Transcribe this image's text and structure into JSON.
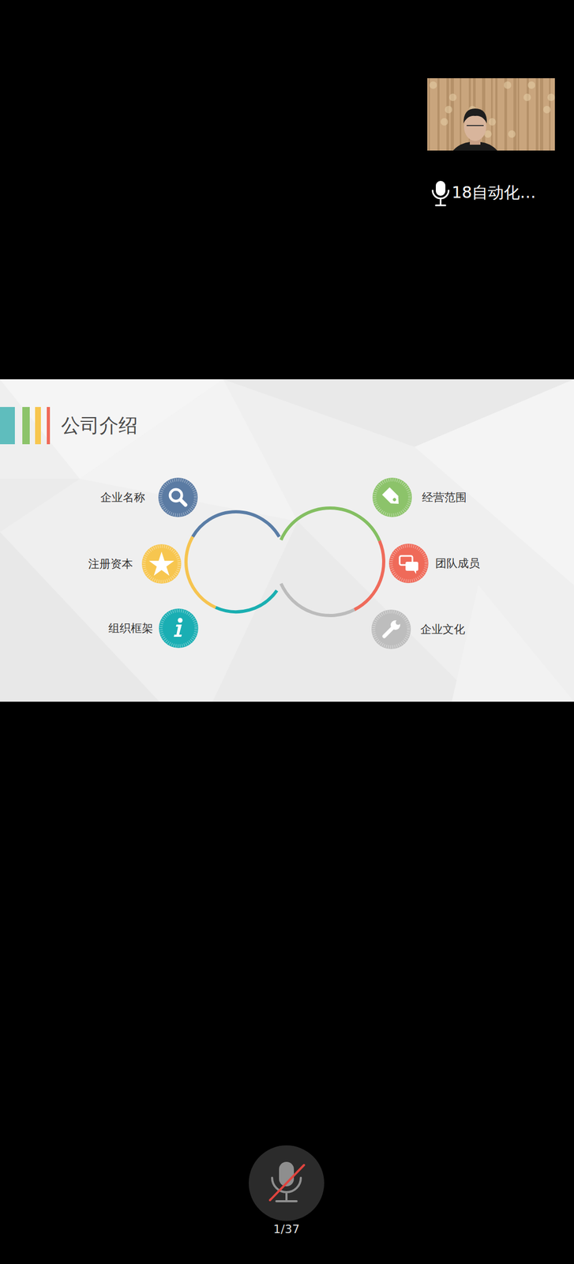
{
  "diagram": {
    "title": "公司介绍",
    "nodes": [
      {
        "text": [
          "企业名称"
        ]
      },
      {
        "text": [
          "经营范围"
        ]
      },
      {
        "text": [
          "注册资本"
        ]
      },
      {
        "text": [
          "团队成员"
        ]
      },
      {
        "text": [
          "组织框架"
        ]
      },
      {
        "text": [
          "企业文化"
        ]
      }
    ],
    "labels": [
      "18自动化…",
      "1/37"
    ]
  }
}
